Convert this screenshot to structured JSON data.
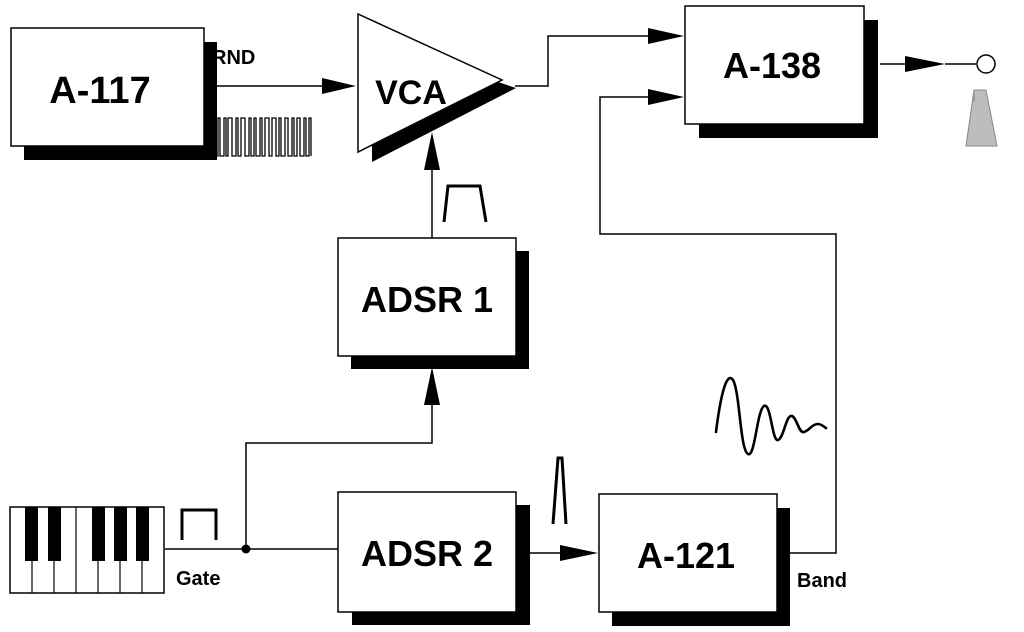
{
  "blocks": {
    "a117": "A-117",
    "vca": "VCA",
    "a138": "A-138",
    "adsr1": "ADSR 1",
    "adsr2": "ADSR 2",
    "a121": "A-121"
  },
  "labels": {
    "rnd": "RND",
    "gate": "Gate",
    "band": "Band"
  },
  "colors": {
    "stroke": "#000000",
    "shadow": "#000000",
    "box_fill": "#ffffff",
    "speaker_fill": "#bdbdbd"
  },
  "icons": {
    "keyboard": "keyboard-icon",
    "speaker": "speaker-icon",
    "gate_pulse": "gate-pulse-icon",
    "envelope_shape": "envelope-shape-icon",
    "spike": "spike-icon",
    "noise": "noise-waveform-icon",
    "ringing": "damped-oscillation-icon",
    "output_jack": "output-jack-icon"
  }
}
